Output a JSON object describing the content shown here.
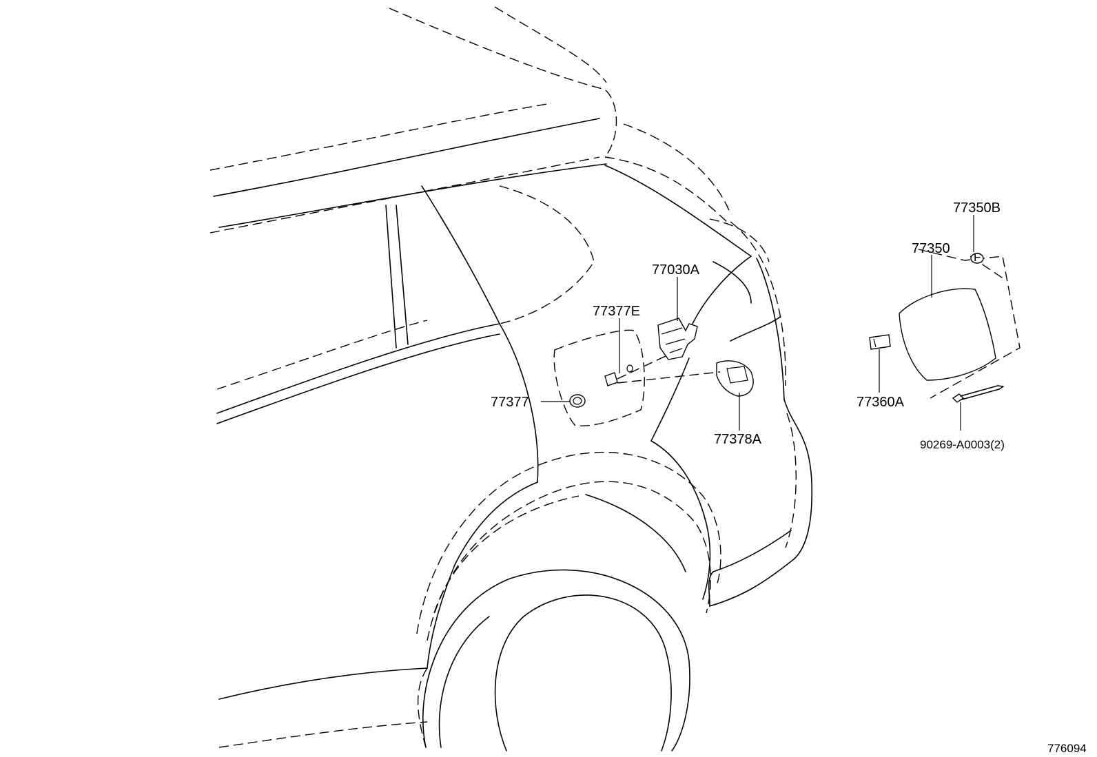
{
  "parts": [
    {
      "id": "p77350B",
      "number": "77350B"
    },
    {
      "id": "p77350",
      "number": "77350"
    },
    {
      "id": "p77030A",
      "number": "77030A"
    },
    {
      "id": "p77377E",
      "number": "77377E"
    },
    {
      "id": "p77377",
      "number": "77377"
    },
    {
      "id": "p77378A",
      "number": "77378A"
    },
    {
      "id": "p77360A",
      "number": "77360A"
    },
    {
      "id": "p90269",
      "number": "90269-A0003(2)"
    }
  ],
  "diagram_id": "776094"
}
